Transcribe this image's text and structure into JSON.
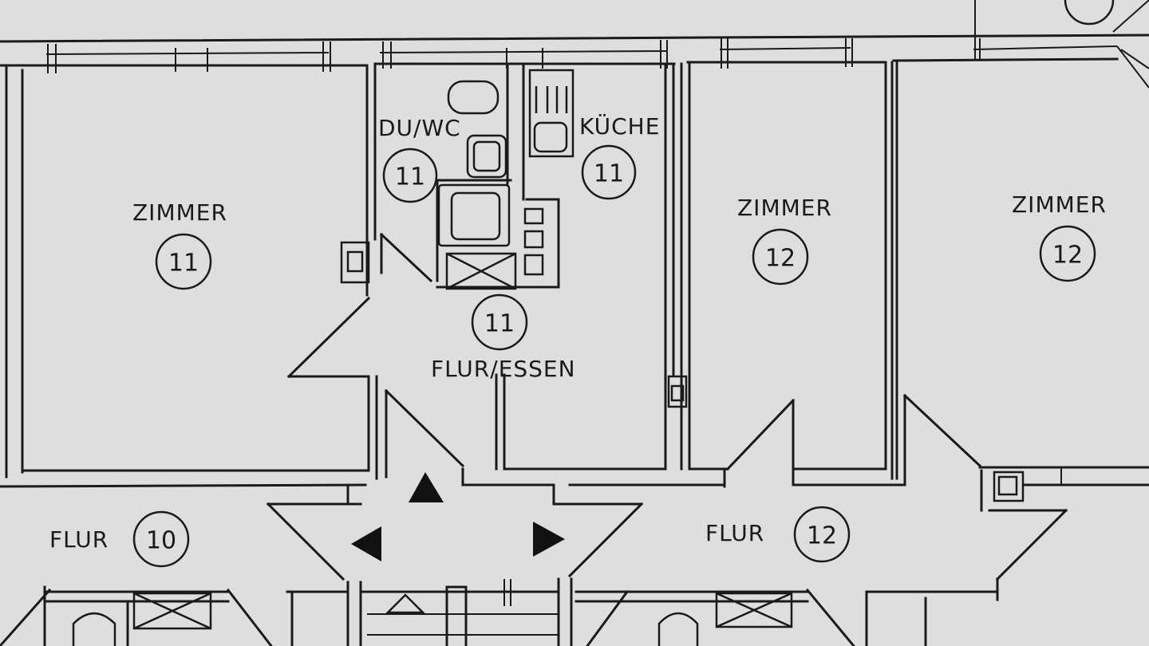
{
  "rooms": {
    "zimmer_11": {
      "name": "ZIMMER",
      "number": "11"
    },
    "du_wc": {
      "name": "DU/WC",
      "number": "11"
    },
    "kueche": {
      "name": "KÜCHE",
      "number": "11"
    },
    "flur_essen": {
      "name": "FLUR/ESSEN",
      "number": "11"
    },
    "zimmer_12a": {
      "name": "ZIMMER",
      "number": "12"
    },
    "zimmer_12b": {
      "name": "ZIMMER",
      "number": "12"
    },
    "flur_10": {
      "name": "FLUR",
      "number": "10"
    },
    "flur_12": {
      "name": "FLUR",
      "number": "12"
    }
  },
  "colors": {
    "ink": "#1a1a1a",
    "paper": "#dededc"
  },
  "icons": [
    "arrow-up-icon",
    "arrow-left-icon",
    "arrow-right-icon",
    "shower-tray-icon",
    "toilet-icon",
    "sink-icon",
    "stove-icon",
    "shaft-icon"
  ]
}
